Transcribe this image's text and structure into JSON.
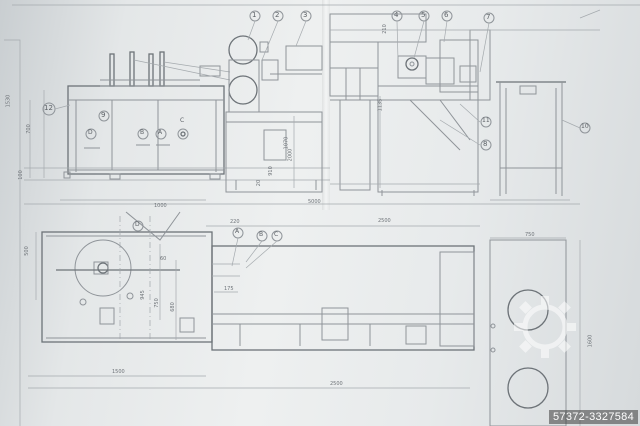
{
  "callouts_top": [
    "1",
    "2",
    "3",
    "4",
    "5",
    "6",
    "7"
  ],
  "callouts_side": [
    "12",
    "9",
    "11",
    "8",
    "10"
  ],
  "panel_labels": {
    "d": "D",
    "b": "B",
    "a": "A",
    "c": "C"
  },
  "plan_labels": {
    "a": "A",
    "b": "B",
    "c": "C",
    "d": "D"
  },
  "dims_front": {
    "w1": "1530",
    "w2": "700",
    "w3": "1070",
    "w4": "2000",
    "w5": "910",
    "w6": "1135",
    "w7": "5000",
    "w8": "210",
    "w9": "20",
    "w10": "100"
  },
  "dims_plan": {
    "d1": "1000",
    "d2": "2500",
    "d3": "750",
    "d4": "220",
    "d5": "1500",
    "d6": "2500",
    "d7": "500",
    "d8": "945",
    "d9": "750",
    "d10": "680",
    "d11": "1600",
    "d12": "175",
    "d13": "60"
  },
  "watermark": "57372-3327584"
}
